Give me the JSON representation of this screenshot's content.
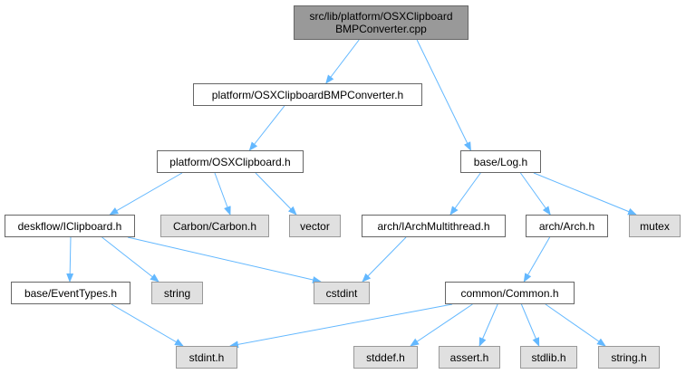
{
  "diagram": {
    "edge_color": "#63b8ff",
    "node_colors": {
      "root_fill": "#999999",
      "header_fill": "#ffffff",
      "system_fill": "#e0e0e0",
      "border": "#666666"
    },
    "nodes": {
      "root": {
        "label": "src/lib/platform/OSXClipboard\nBMPConverter.cpp",
        "kind": "root"
      },
      "bmp_h": {
        "label": "platform/OSXClipboardBMPConverter.h",
        "kind": "header"
      },
      "clip_h": {
        "label": "platform/OSXClipboard.h",
        "kind": "header"
      },
      "log_h": {
        "label": "base/Log.h",
        "kind": "header"
      },
      "iclip_h": {
        "label": "deskflow/IClipboard.h",
        "kind": "header"
      },
      "carbon_h": {
        "label": "Carbon/Carbon.h",
        "kind": "system"
      },
      "vector": {
        "label": "vector",
        "kind": "system"
      },
      "iarchmt_h": {
        "label": "arch/IArchMultithread.h",
        "kind": "header"
      },
      "arch_h": {
        "label": "arch/Arch.h",
        "kind": "header"
      },
      "mutex": {
        "label": "mutex",
        "kind": "system"
      },
      "evtypes_h": {
        "label": "base/EventTypes.h",
        "kind": "header"
      },
      "string": {
        "label": "string",
        "kind": "system"
      },
      "cstdint": {
        "label": "cstdint",
        "kind": "system"
      },
      "common_h": {
        "label": "common/Common.h",
        "kind": "header"
      },
      "stdint_h": {
        "label": "stdint.h",
        "kind": "system"
      },
      "stddef_h": {
        "label": "stddef.h",
        "kind": "system"
      },
      "assert_h": {
        "label": "assert.h",
        "kind": "system"
      },
      "stdlib_h": {
        "label": "stdlib.h",
        "kind": "system"
      },
      "string_h": {
        "label": "string.h",
        "kind": "system"
      }
    },
    "edges": [
      [
        "root",
        "bmp_h"
      ],
      [
        "root",
        "log_h"
      ],
      [
        "bmp_h",
        "clip_h"
      ],
      [
        "clip_h",
        "iclip_h"
      ],
      [
        "clip_h",
        "carbon_h"
      ],
      [
        "clip_h",
        "vector"
      ],
      [
        "log_h",
        "iarchmt_h"
      ],
      [
        "log_h",
        "arch_h"
      ],
      [
        "log_h",
        "mutex"
      ],
      [
        "iclip_h",
        "evtypes_h"
      ],
      [
        "iclip_h",
        "string"
      ],
      [
        "iclip_h",
        "cstdint"
      ],
      [
        "iarchmt_h",
        "cstdint"
      ],
      [
        "arch_h",
        "common_h"
      ],
      [
        "evtypes_h",
        "stdint_h"
      ],
      [
        "common_h",
        "stdint_h"
      ],
      [
        "common_h",
        "stddef_h"
      ],
      [
        "common_h",
        "assert_h"
      ],
      [
        "common_h",
        "stdlib_h"
      ],
      [
        "common_h",
        "string_h"
      ]
    ]
  }
}
